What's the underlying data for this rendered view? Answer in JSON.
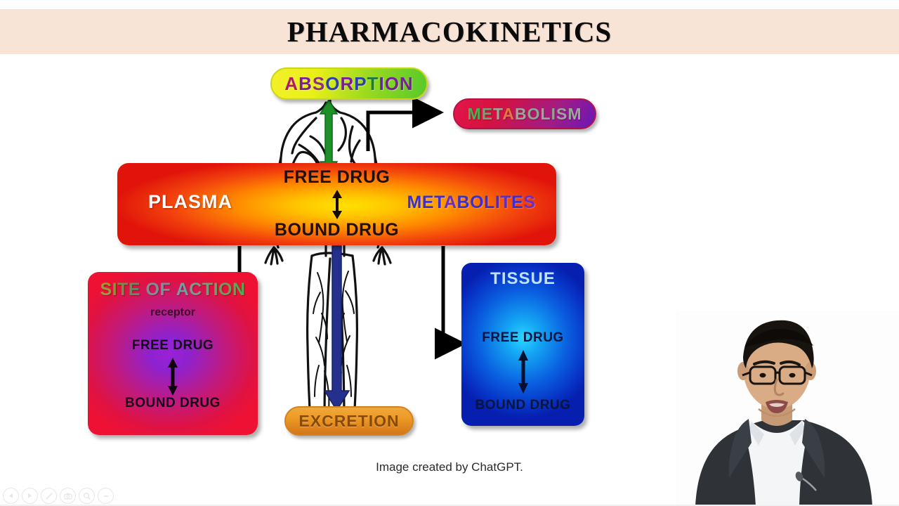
{
  "header": {
    "title": "PHARMACOKINETICS",
    "band_color": "#f7e4d7",
    "title_color": "#0b0b0b"
  },
  "diagram": {
    "caption": "Image created by ChatGPT.",
    "nodes": {
      "absorption": {
        "label": "ABSORPTION",
        "shape": "pill",
        "fill": "yellow-to-green gradient",
        "letters": [
          {
            "ch": "A",
            "color": "#b2196a"
          },
          {
            "ch": "B",
            "color": "#7a1f9c"
          },
          {
            "ch": "S",
            "color": "#8f2f7f"
          },
          {
            "ch": "O",
            "color": "#2e3fae"
          },
          {
            "ch": "R",
            "color": "#7a1f9c"
          },
          {
            "ch": "P",
            "color": "#2e3fae"
          },
          {
            "ch": "T",
            "color": "#1f7a3f"
          },
          {
            "ch": "I",
            "color": "#5a2f8f"
          },
          {
            "ch": "O",
            "color": "#7a1f9c"
          },
          {
            "ch": "N",
            "color": "#7a1f9c"
          }
        ]
      },
      "metabolism": {
        "label": "METABOLISM",
        "shape": "pill",
        "fill": "red-to-purple gradient",
        "letters": [
          {
            "ch": "M",
            "color": "#4caf50"
          },
          {
            "ch": "E",
            "color": "#7e9b76"
          },
          {
            "ch": "T",
            "color": "#9aa79a"
          },
          {
            "ch": "A",
            "color": "#e07a3a"
          },
          {
            "ch": "B",
            "color": "#9aa79a"
          },
          {
            "ch": "O",
            "color": "#8fa58f"
          },
          {
            "ch": "L",
            "color": "#9aa79a"
          },
          {
            "ch": "I",
            "color": "#8fa58f"
          },
          {
            "ch": "S",
            "color": "#9aa79a"
          },
          {
            "ch": "M",
            "color": "#9aa79a"
          }
        ]
      },
      "excretion": {
        "label": "EXCRETION",
        "shape": "pill",
        "fill": "orange gradient",
        "text_color": "#8a4a07"
      },
      "plasma": {
        "title": "PLASMA",
        "title_color": "#ffffff",
        "metabolites_label": "METABOLITES",
        "free_drug": "FREE DRUG",
        "bound_drug": "BOUND DRUG",
        "fill": "red-orange-yellow radial gradient",
        "metabolites_letters": [
          {
            "ch": "M",
            "color": "#3b2fd0"
          },
          {
            "ch": "E",
            "color": "#3b2fd0"
          },
          {
            "ch": "T",
            "color": "#3b2fd0"
          },
          {
            "ch": "A",
            "color": "#6b2fc4"
          },
          {
            "ch": "B",
            "color": "#3b2fd0"
          },
          {
            "ch": "O",
            "color": "#3b2fd0"
          },
          {
            "ch": "L",
            "color": "#3b2fd0"
          },
          {
            "ch": "I",
            "color": "#3b2fd0"
          },
          {
            "ch": "T",
            "color": "#5a2fc8"
          },
          {
            "ch": "E",
            "color": "#3b2fd0"
          },
          {
            "ch": "S",
            "color": "#6b2fc4"
          }
        ]
      },
      "site_of_action": {
        "title": "SITE OF ACTION",
        "receptor": "receptor",
        "free_drug": "FREE DRUG",
        "bound_drug": "BOUND DRUG",
        "fill": "red-to-purple radial gradient",
        "title_letters": [
          {
            "ch": "S",
            "color": "#9a9a3a"
          },
          {
            "ch": "I",
            "color": "#8f8f36"
          },
          {
            "ch": "T",
            "color": "#6f8f4a"
          },
          {
            "ch": "E",
            "color": "#5f8f5a"
          },
          {
            "ch": " ",
            "color": "#5f8f5a"
          },
          {
            "ch": "O",
            "color": "#7f8f8f"
          },
          {
            "ch": "F",
            "color": "#7f8f9a"
          },
          {
            "ch": " ",
            "color": "#7f8f9a"
          },
          {
            "ch": "A",
            "color": "#6f9f9f"
          },
          {
            "ch": "C",
            "color": "#7a9a8a"
          },
          {
            "ch": "T",
            "color": "#7a9a7a"
          },
          {
            "ch": "I",
            "color": "#7a9a6a"
          },
          {
            "ch": "O",
            "color": "#6f9a5a"
          },
          {
            "ch": "N",
            "color": "#4caf50"
          }
        ]
      },
      "tissue": {
        "title": "TISSUE",
        "title_color": "#bfe0ff",
        "free_drug": "FREE DRUG",
        "bound_drug": "BOUND DRUG",
        "fill": "blue radial gradient"
      }
    },
    "arrows": [
      {
        "name": "absorption-to-plasma",
        "color": "#1f8f2a",
        "style": "double-headed vertical"
      },
      {
        "name": "torso-to-metabolism",
        "color": "#000000",
        "style": "elbow right arrow"
      },
      {
        "name": "plasma-to-site-of-action",
        "color": "#000000",
        "style": "elbow left arrow"
      },
      {
        "name": "plasma-to-tissue",
        "color": "#000000",
        "style": "elbow right arrow"
      },
      {
        "name": "plasma-to-excretion",
        "color": "#1f2f8f",
        "style": "thick down arrow"
      },
      {
        "name": "free-bound-exchange",
        "color": "#000000",
        "style": "double-headed vertical"
      }
    ]
  },
  "player": {
    "controls": [
      {
        "name": "previous-slide-button",
        "icon": "triangle-left-icon"
      },
      {
        "name": "next-slide-button",
        "icon": "triangle-right-icon"
      },
      {
        "name": "pen-tool-button",
        "icon": "pen-icon"
      },
      {
        "name": "snapshot-button",
        "icon": "camera-icon"
      },
      {
        "name": "zoom-button",
        "icon": "magnifier-icon"
      },
      {
        "name": "minimize-button",
        "icon": "minus-icon"
      }
    ]
  },
  "presenter": {
    "description": "Presenter video overlay"
  }
}
